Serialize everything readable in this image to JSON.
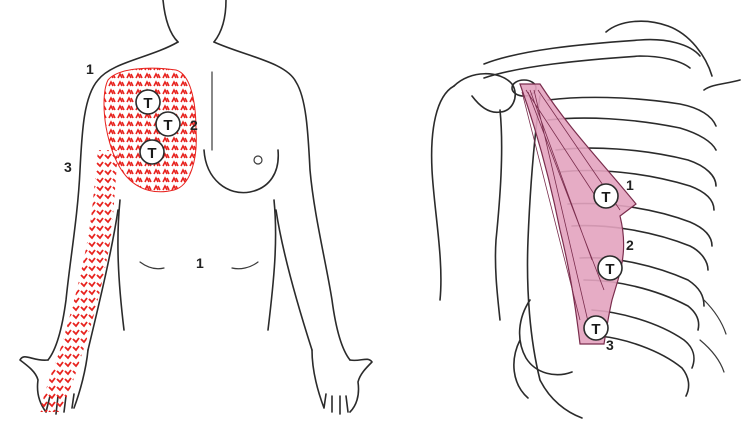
{
  "colors": {
    "referred_pain": "#e8231f",
    "muscle_fill": "#e3a3bf",
    "muscle_stroke": "#7a2d4d",
    "outline": "#2b2b2b"
  },
  "left_figure": {
    "zone_labels": [
      {
        "text": "1"
      },
      {
        "text": "2"
      },
      {
        "text": "3"
      },
      {
        "text": "1"
      }
    ],
    "trigger_points": [
      {
        "text": "T"
      },
      {
        "text": "T"
      },
      {
        "text": "T"
      }
    ]
  },
  "right_figure": {
    "trigger_points": [
      {
        "text": "T",
        "label": "1"
      },
      {
        "text": "T",
        "label": "2"
      },
      {
        "text": "T",
        "label": "3"
      }
    ]
  }
}
